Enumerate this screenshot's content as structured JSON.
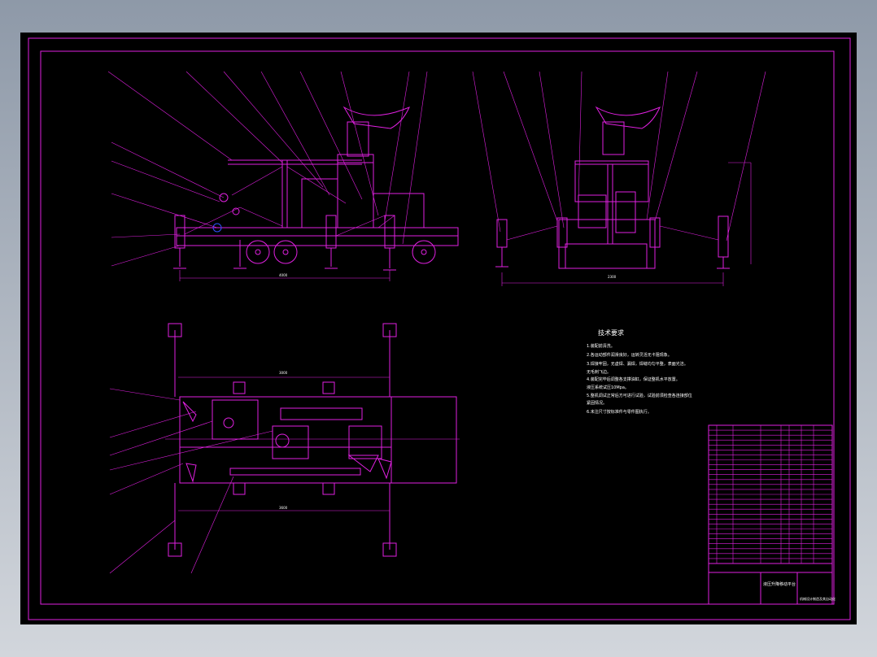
{
  "colors": {
    "background": "#000000",
    "line": "#e020e0",
    "text": "#ffffff",
    "accent_blue": "#3050ff"
  },
  "notes": {
    "heading": "技术要求",
    "lines": [
      "1.装配前清洗。",
      "2.各运动部件润滑良好，运转灵活无卡阻现象。",
      "3.焊接牢固，无虚焊、漏焊，焊缝均匀平整，表面光洁。",
      "   无毛刺飞边。",
      "4.装配完毕后调整各支撑油缸，保证整机水平放置。",
      "   液压系统试压10Mpa。",
      "5.整机调试正常后方可进行试验，试验前须检查各连接部位",
      "   紧固情况。",
      "6.未注尺寸按标准件与零件图执行。"
    ]
  },
  "title_block": {
    "drawing_name": "液压升降移动平台",
    "company": "机械设计制造及其自动化"
  },
  "dimensions": {
    "side_view_length": "4000",
    "front_view_width": "2300",
    "plan_top": "3000",
    "plan_bottom": "3600"
  }
}
